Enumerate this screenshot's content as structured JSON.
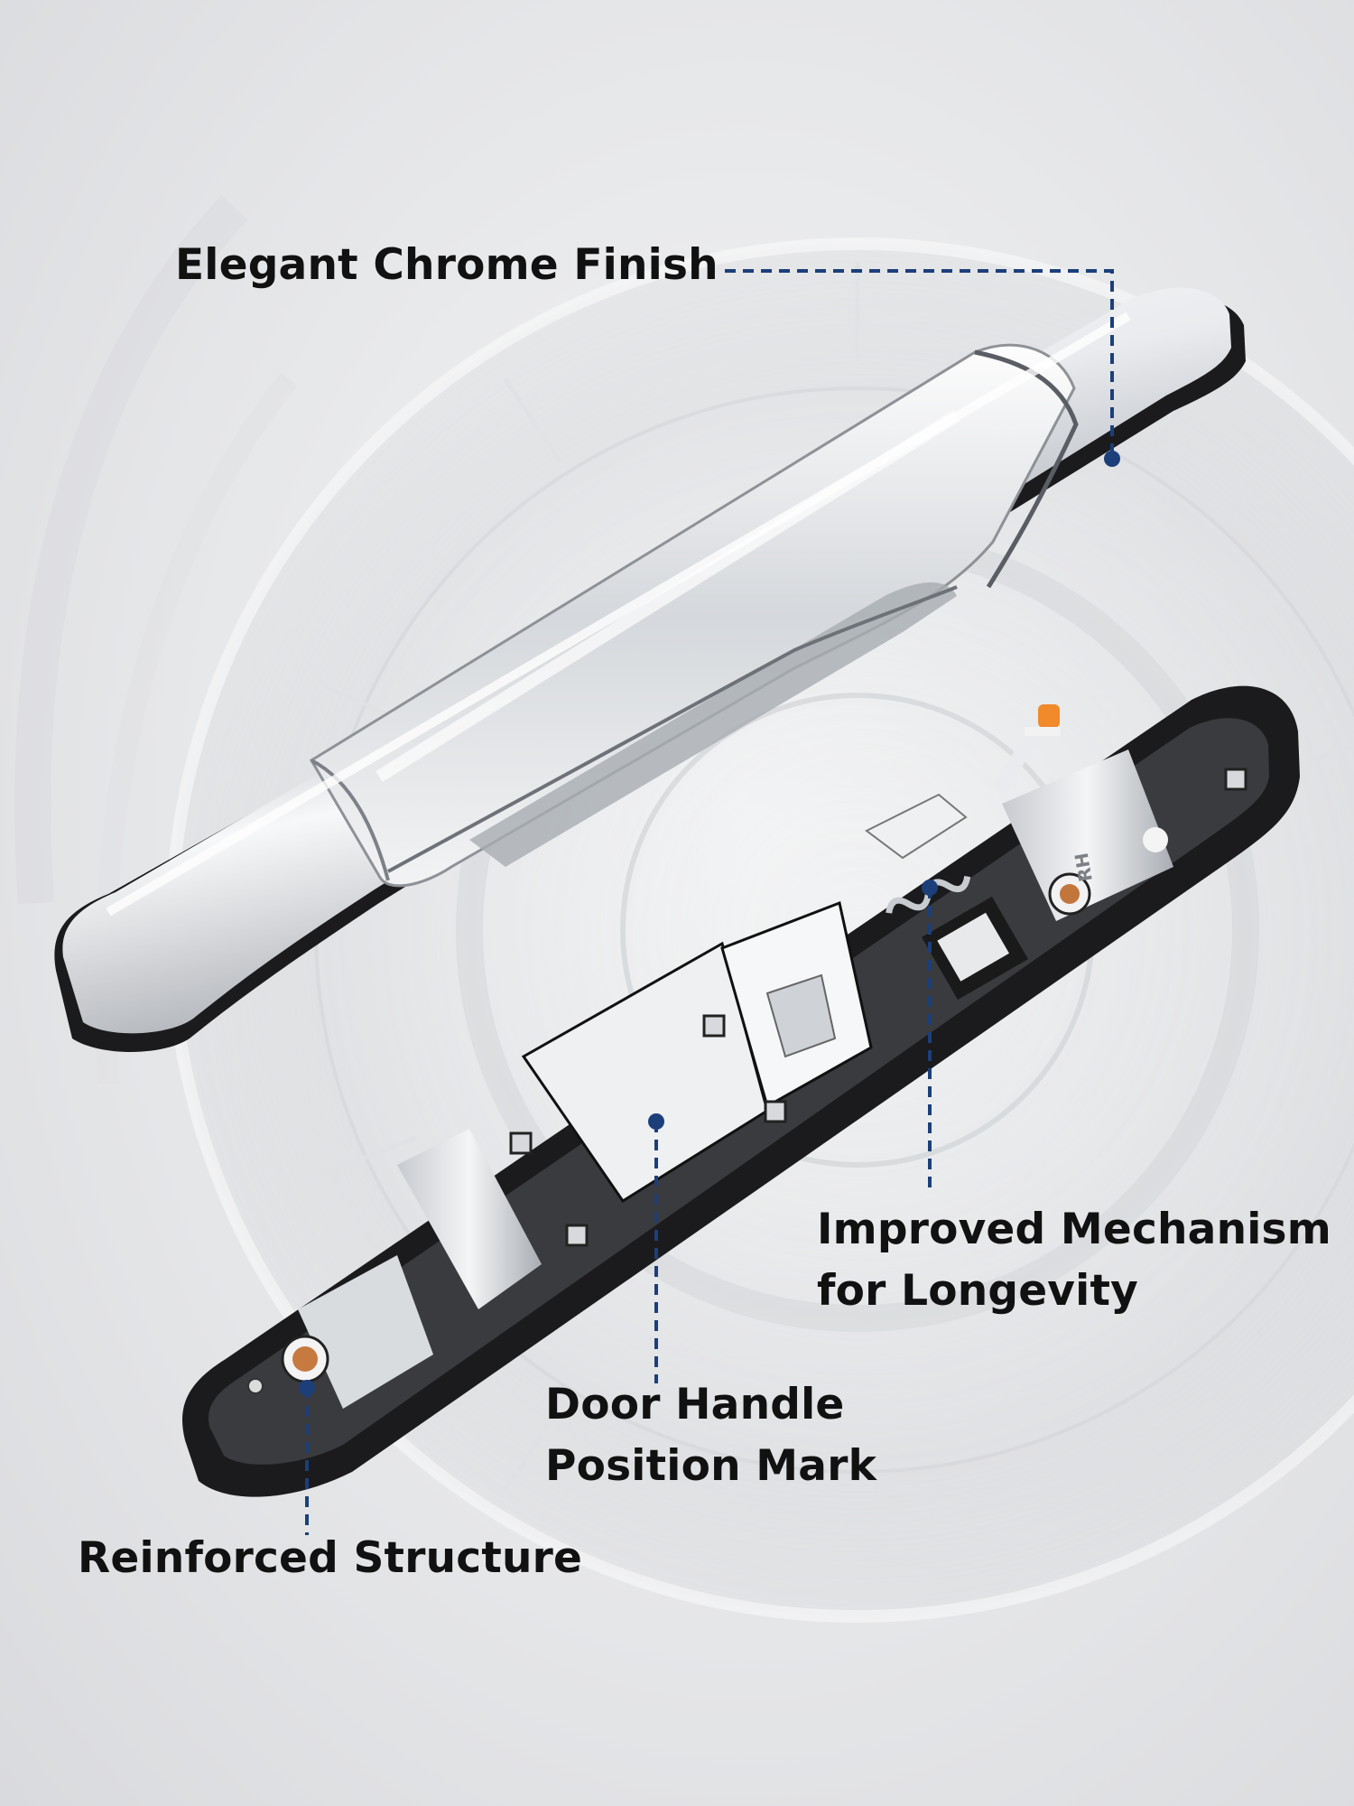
{
  "callouts": {
    "chrome_finish": "Elegant Chrome Finish",
    "mechanism_line1": "Improved Mechanism",
    "mechanism_line2": "for Longevity",
    "position_mark_line1": "Door Handle",
    "position_mark_line2": "Position Mark",
    "reinforced_structure": "Reinforced Structure"
  },
  "colors": {
    "leader_line": "#1c3f7a",
    "callout_text": "#111111",
    "chrome_highlight": "#ffffff",
    "chrome_shadow": "#8e9196",
    "gasket": "#1b1b1d"
  },
  "stamp": "RH"
}
